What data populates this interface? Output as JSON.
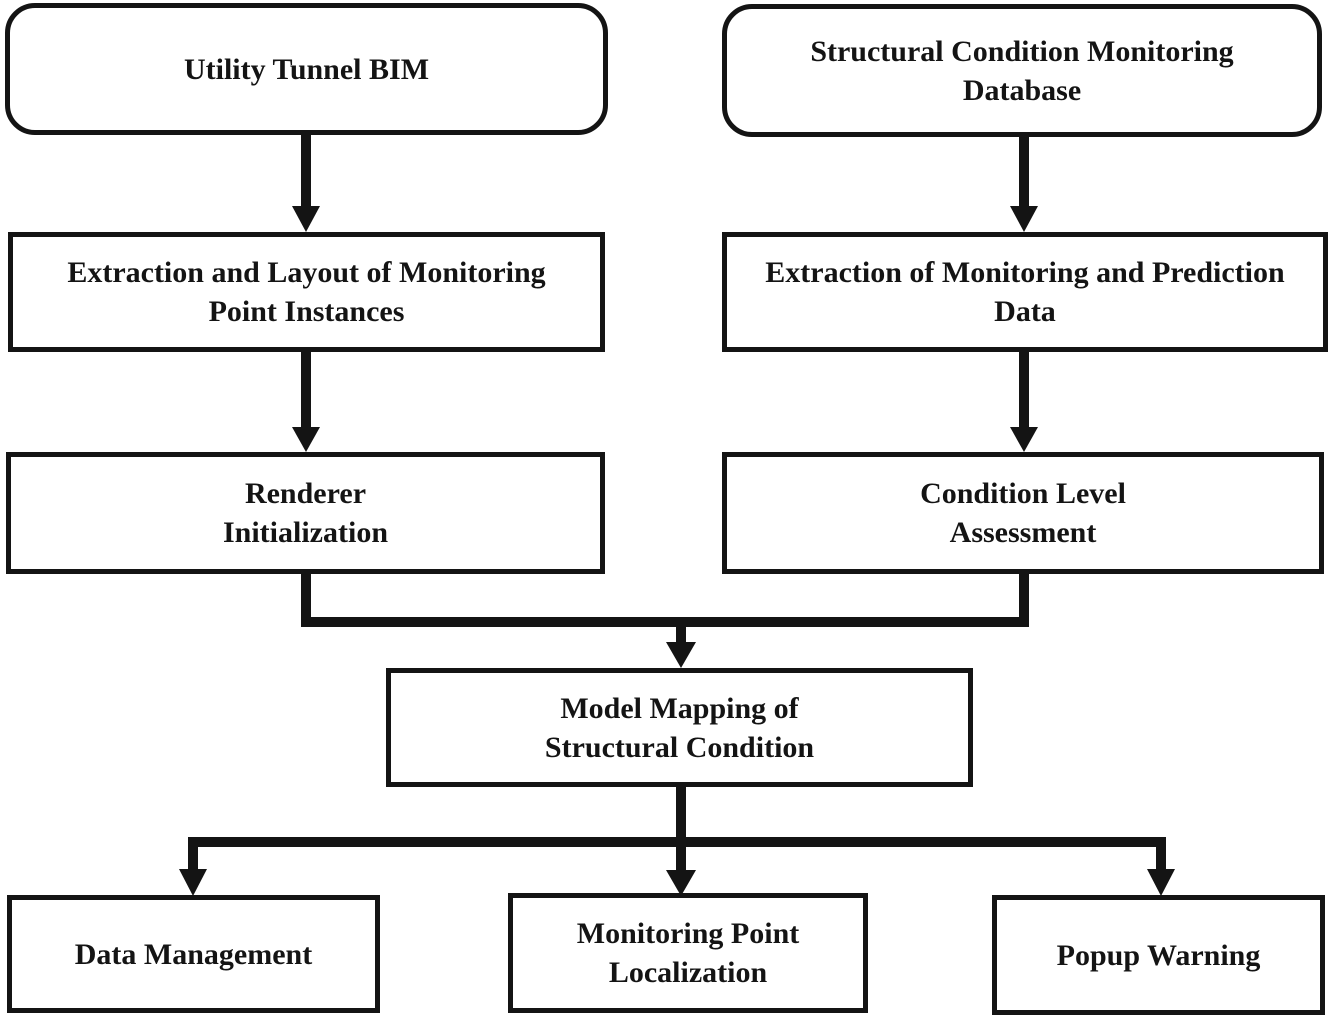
{
  "diagram": {
    "type": "flowchart",
    "colors": {
      "ink": "#141414",
      "paper": "#ffffff"
    },
    "nodes": {
      "utility_tunnel_bim": {
        "label": "Utility Tunnel BIM",
        "shape": "rounded"
      },
      "structural_db": {
        "label": "Structural Condition Monitoring\nDatabase",
        "shape": "rounded"
      },
      "extraction_layout": {
        "label": "Extraction and Layout of Monitoring\nPoint Instances",
        "shape": "rect"
      },
      "extraction_data": {
        "label": "Extraction of Monitoring and Prediction\nData",
        "shape": "rect"
      },
      "renderer_init": {
        "label": "Renderer\nInitialization",
        "shape": "rect"
      },
      "condition_assessment": {
        "label": "Condition Level\nAssessment",
        "shape": "rect"
      },
      "model_mapping": {
        "label": "Model Mapping of\nStructural Condition",
        "shape": "rect"
      },
      "data_management": {
        "label": "Data Management",
        "shape": "rect"
      },
      "monitoring_localization": {
        "label": "Monitoring Point\nLocalization",
        "shape": "rect"
      },
      "popup_warning": {
        "label": "Popup Warning",
        "shape": "rect"
      }
    },
    "edges": [
      {
        "from": "utility_tunnel_bim",
        "to": "extraction_layout"
      },
      {
        "from": "structural_db",
        "to": "extraction_data"
      },
      {
        "from": "extraction_layout",
        "to": "renderer_init"
      },
      {
        "from": "extraction_data",
        "to": "condition_assessment"
      },
      {
        "from": "renderer_init",
        "to": "model_mapping"
      },
      {
        "from": "condition_assessment",
        "to": "model_mapping"
      },
      {
        "from": "model_mapping",
        "to": "data_management"
      },
      {
        "from": "model_mapping",
        "to": "monitoring_localization"
      },
      {
        "from": "model_mapping",
        "to": "popup_warning"
      }
    ]
  }
}
